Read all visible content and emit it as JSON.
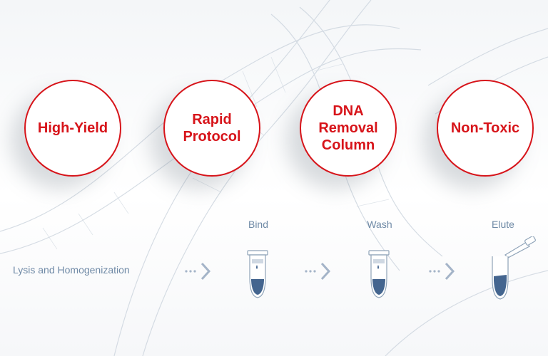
{
  "features": [
    {
      "label": "High-Yield"
    },
    {
      "label": "Rapid\nProtocol"
    },
    {
      "label": "DNA\nRemoval\nColumn"
    },
    {
      "label": "Non-Toxic"
    }
  ],
  "workflow": {
    "start_label": "Lysis and Homogenization",
    "steps": [
      {
        "label": "Bind"
      },
      {
        "label": "Wash"
      },
      {
        "label": "Elute"
      }
    ]
  },
  "colors": {
    "accent": "#d7141a",
    "text_muted": "#6f8aa6",
    "liquid": "#44658f"
  },
  "icons": [
    "dna-helix-background",
    "dotted-chevron-arrow",
    "spin-column-tube",
    "pipette-icon"
  ]
}
